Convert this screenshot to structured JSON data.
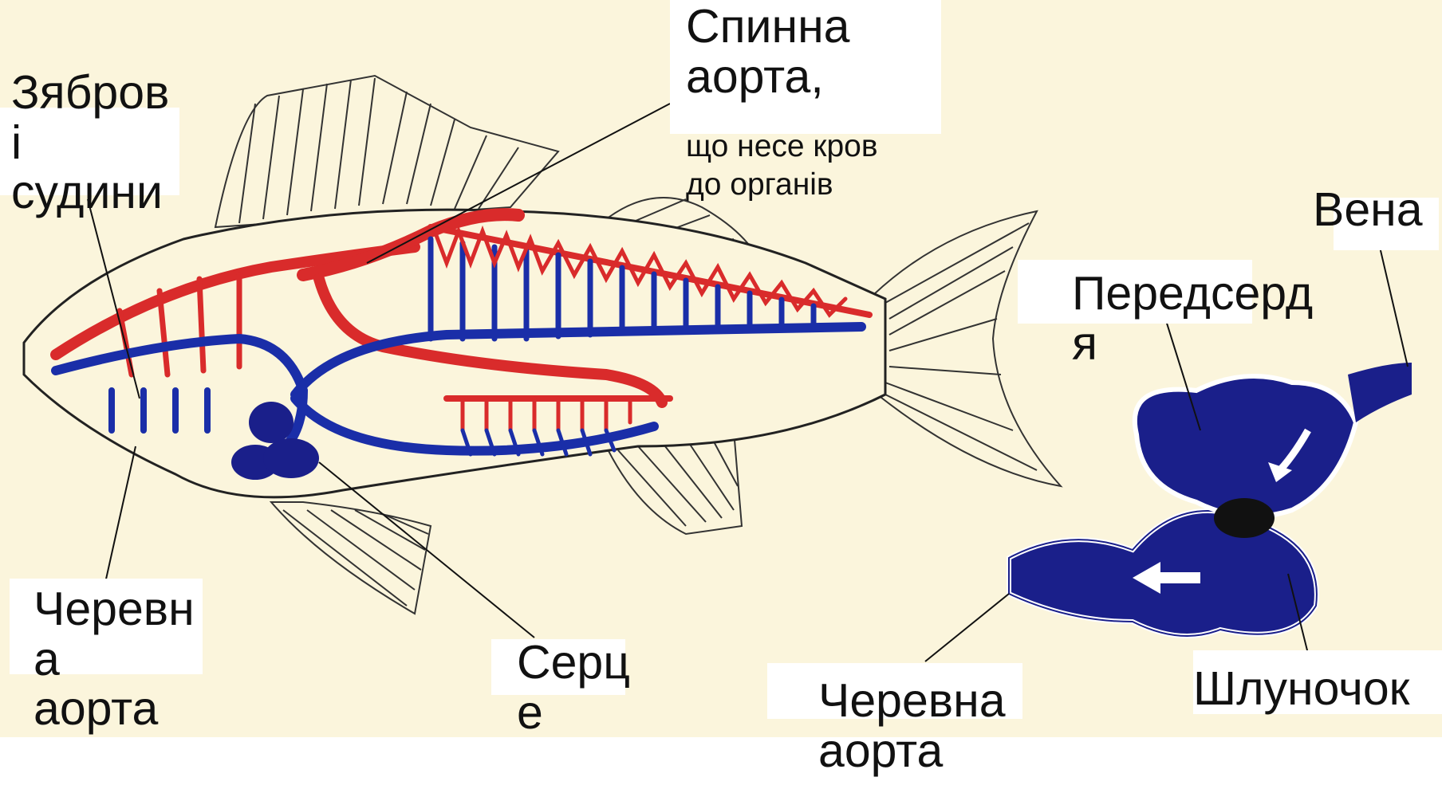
{
  "labels": {
    "dorsal_aorta_title": "Спинна\nаорта,",
    "dorsal_aorta_note": "що несе кров\nдо органів",
    "gill_vessels": "Зябров\nі\nсудини",
    "vein": "Вена",
    "atrium": "Передсерд\nя",
    "ventral_aorta_left": "Черевн\nа\nаорта",
    "heart": "Серц\nе",
    "ventral_aorta_right": "Черевна\nаорта",
    "ventricle": "Шлуночок"
  },
  "colors": {
    "background": "#fbf5dc",
    "arterial_blood": "#d92b2b",
    "venous_blood": "#1a2ea8",
    "heart_fill": "#1a1f8a",
    "outline": "#222222",
    "label_box": "#ffffff"
  }
}
